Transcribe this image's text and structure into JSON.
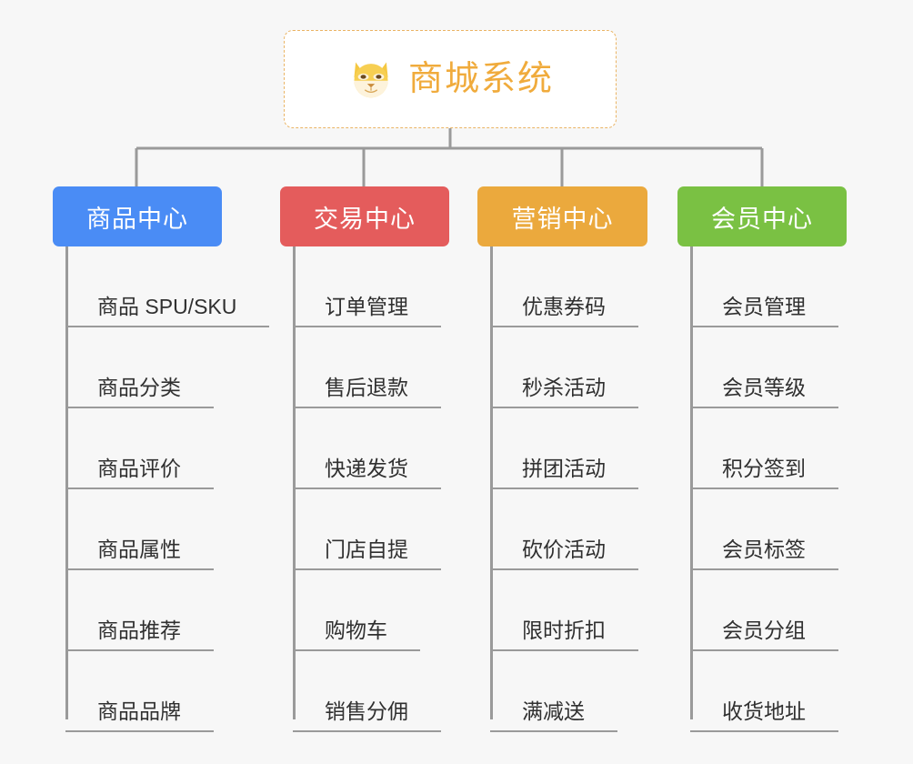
{
  "root": {
    "label": "商城系统",
    "icon": "shiba-dog-icon",
    "text_color": "#f0ab3c",
    "border_color": "#eab464",
    "background": "#ffffff"
  },
  "canvas": {
    "background": "#f7f7f7",
    "connector_color": "#9a9a9a"
  },
  "branches": [
    {
      "title": "商品中心",
      "color": "#4a8cf5",
      "items": [
        "商品 SPU/SKU",
        "商品分类",
        "商品评价",
        "商品属性",
        "商品推荐",
        "商品品牌"
      ]
    },
    {
      "title": "交易中心",
      "color": "#e45c5c",
      "items": [
        "订单管理",
        "售后退款",
        "快递发货",
        "门店自提",
        "购物车",
        "销售分佣"
      ]
    },
    {
      "title": "营销中心",
      "color": "#eba93d",
      "items": [
        "优惠券码",
        "秒杀活动",
        "拼团活动",
        "砍价活动",
        "限时折扣",
        "满减送"
      ]
    },
    {
      "title": "会员中心",
      "color": "#7ac143",
      "items": [
        "会员管理",
        "会员等级",
        "积分签到",
        "会员标签",
        "会员分组",
        "收货地址"
      ]
    }
  ]
}
